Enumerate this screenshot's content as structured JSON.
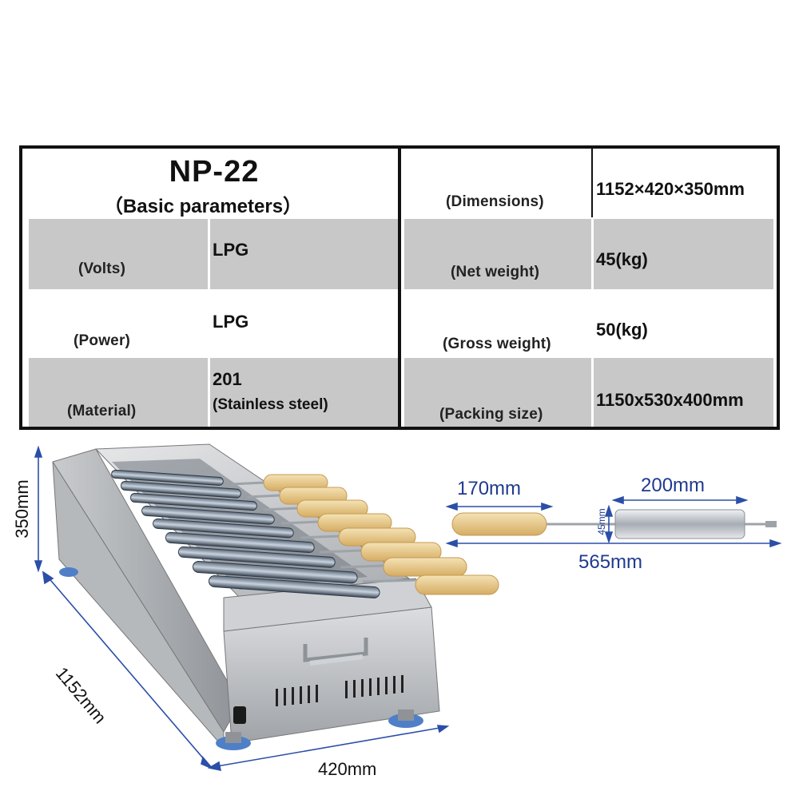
{
  "table": {
    "model": "NP-22",
    "subtitle": "（Basic parameters）",
    "left_rows": [
      {
        "label": "(Volts)",
        "value": "LPG"
      },
      {
        "label": "(Power)",
        "value": "LPG"
      },
      {
        "label": "(Material)",
        "value_line1": "201",
        "value_line2": "(Stainless steel)"
      }
    ],
    "right_rows": [
      {
        "label": "(Dimensions)",
        "value": "1152×420×350mm"
      },
      {
        "label": "(Net weight)",
        "value": "45(kg)"
      },
      {
        "label": "(Gross weight)",
        "value": "50(kg)"
      },
      {
        "label": "(Packing size)",
        "value": "1150x530x400mm"
      }
    ]
  },
  "machine_dims": {
    "height": "350mm",
    "length": "1152mm",
    "width": "420mm"
  },
  "skewer_dims": {
    "dough": "170mm",
    "roller": "200mm",
    "diameter": "45mm",
    "total": "565mm"
  },
  "colors": {
    "row_shade": "#c8c8c8",
    "border": "#111111",
    "dimension_line": "#2b4fa8",
    "dimension_text": "#1f3a8f",
    "steel": "#b9bcc0",
    "dough": "#e7c98f"
  }
}
